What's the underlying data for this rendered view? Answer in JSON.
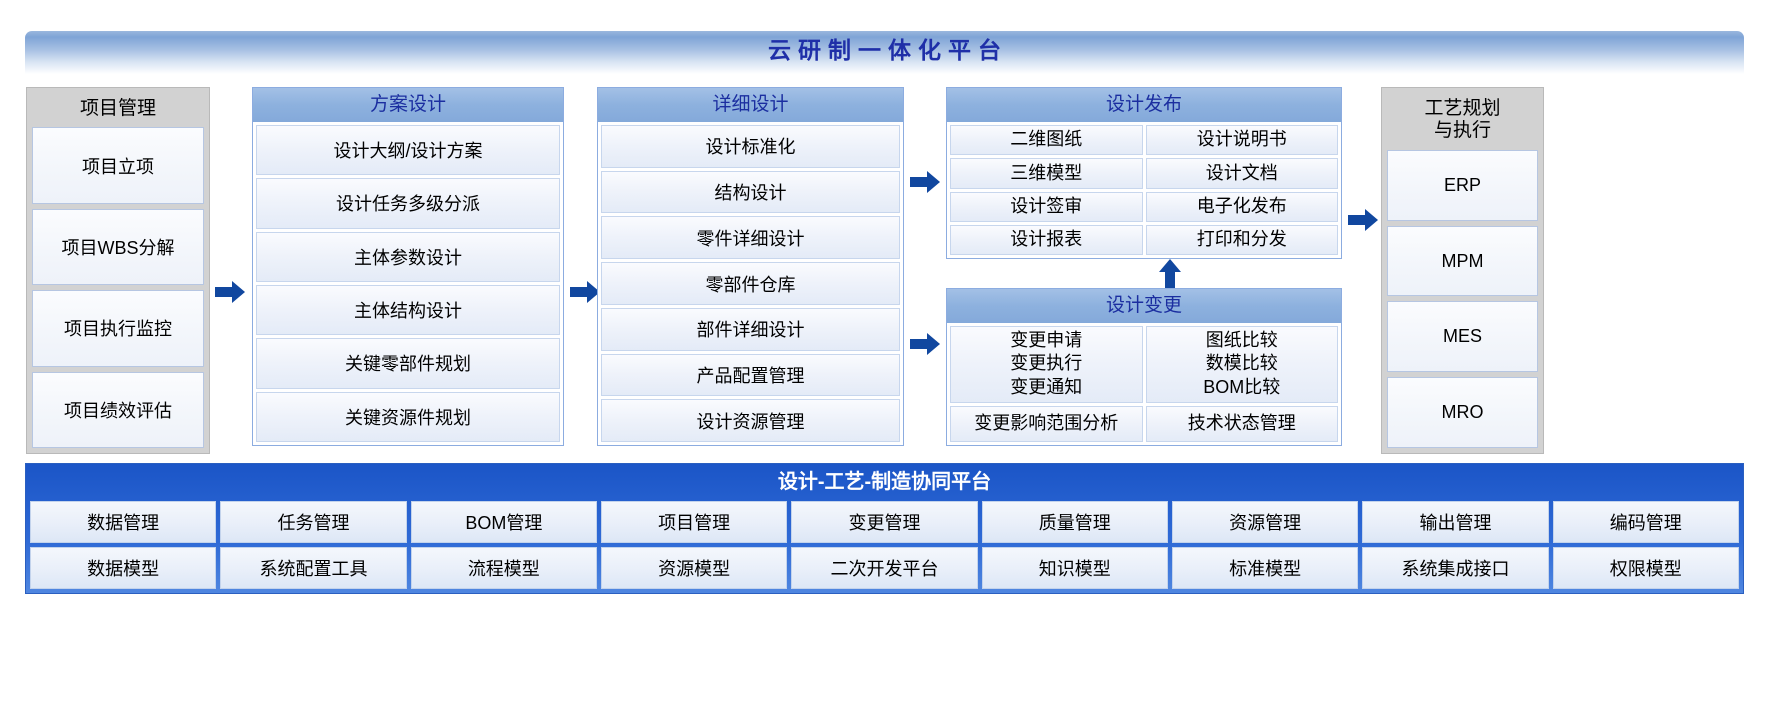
{
  "banner": {
    "title": "云研制一体化平台"
  },
  "columns": {
    "project": {
      "header": "项目管理",
      "items": [
        "项目立项",
        "项目WBS分解",
        "项目执行监控",
        "项目绩效评估"
      ]
    },
    "scheme": {
      "header": "方案设计",
      "items": [
        "设计大纲/设计方案",
        "设计任务多级分派",
        "主体参数设计",
        "主体结构设计",
        "关键零部件规划",
        "关键资源件规划"
      ]
    },
    "detail": {
      "header": "详细设计",
      "items": [
        "设计标准化",
        "结构设计",
        "零件详细设计",
        "零部件仓库",
        "部件详细设计",
        "产品配置管理",
        "设计资源管理"
      ]
    },
    "release": {
      "header": "设计发布",
      "rows": [
        [
          "二维图纸",
          "设计说明书"
        ],
        [
          "三维模型",
          "设计文档"
        ],
        [
          "设计签审",
          "电子化发布"
        ],
        [
          "设计报表",
          "打印和分发"
        ]
      ]
    },
    "change": {
      "header": "设计变更",
      "rows": [
        [
          "变更申请\n变更执行\n变更通知",
          "图纸比较\n数模比较\nBOM比较"
        ],
        [
          "变更影响范围分析",
          "技术状态管理"
        ]
      ]
    },
    "process": {
      "header": "工艺规划\n与执行",
      "items": [
        "ERP",
        "MPM",
        "MES",
        "MRO"
      ]
    }
  },
  "platform": {
    "title": "设计-工艺-制造协同平台",
    "row1": [
      "数据管理",
      "任务管理",
      "BOM管理",
      "项目管理",
      "变更管理",
      "质量管理",
      "资源管理",
      "输出管理",
      "编码管理"
    ],
    "row2": [
      "数据模型",
      "系统配置工具",
      "流程模型",
      "资源模型",
      "二次开发平台",
      "知识模型",
      "标准模型",
      "系统集成接口",
      "权限模型"
    ]
  },
  "colors": {
    "banner_text": "#1f2fa8",
    "arrow": "#11479f",
    "platform_bg": "#1b55c7",
    "blue_header": "#8db1de",
    "grey_header": "#d2d2d2"
  }
}
